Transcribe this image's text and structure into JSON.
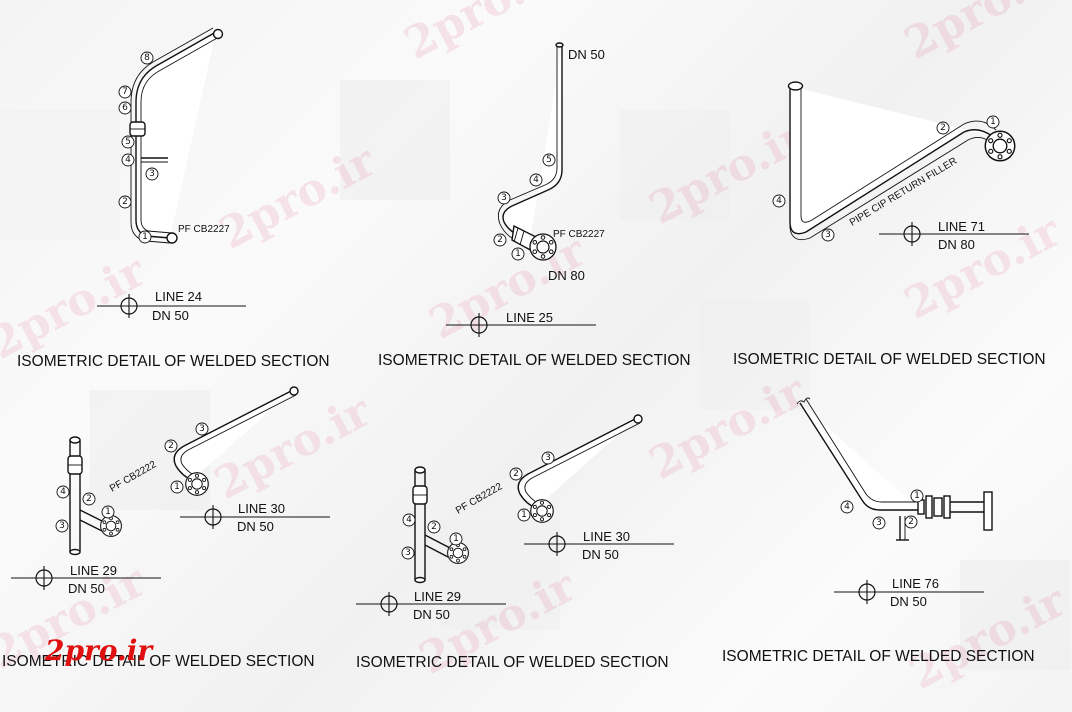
{
  "watermark": {
    "text": "2pro.ir",
    "color": "#d94f7a"
  },
  "logo": {
    "text": "2pro.ir",
    "color": "#e01010"
  },
  "details": [
    {
      "caption": "ISOMETRIC DETAIL OF WELDED SECTION",
      "line": "LINE 24",
      "dn": "DN 50",
      "notes": [
        "PF CB2227"
      ],
      "weld_tags": [
        "1",
        "2",
        "3",
        "4",
        "5",
        "6",
        "7",
        "8"
      ]
    },
    {
      "caption": "ISOMETRIC DETAIL OF WELDED SECTION",
      "line": "LINE 25",
      "dn": "",
      "notes": [
        "DN 50",
        "PF CB2227",
        "DN 80"
      ],
      "weld_tags": [
        "1",
        "2",
        "3",
        "4",
        "5"
      ]
    },
    {
      "caption": "ISOMETRIC DETAIL OF WELDED SECTION",
      "line": "LINE 71",
      "dn": "DN 80",
      "notes": [
        "PIPE CIP RETURN FILLER"
      ],
      "weld_tags": [
        "1",
        "2",
        "3",
        "4"
      ]
    },
    {
      "caption": "ISOMETRIC DETAIL OF WELDED SECTION",
      "line_a": "LINE 30",
      "dn_a": "DN 50",
      "line_b": "LINE 29",
      "dn_b": "DN 50",
      "notes": [
        "PF CB2222"
      ],
      "weld_tags_a": [
        "1",
        "2",
        "3"
      ],
      "weld_tags_b": [
        "1",
        "2",
        "3",
        "4"
      ]
    },
    {
      "caption": "ISOMETRIC DETAIL OF WELDED SECTION",
      "line_a": "LINE 30",
      "dn_a": "DN 50",
      "line_b": "LINE 29",
      "dn_b": "DN 50",
      "notes": [
        "PF CB2222"
      ],
      "weld_tags_a": [
        "1",
        "2",
        "3"
      ],
      "weld_tags_b": [
        "1",
        "2",
        "3",
        "4"
      ]
    },
    {
      "caption": "ISOMETRIC DETAIL OF WELDED SECTION",
      "line": "LINE 76",
      "dn": "DN 50",
      "notes": [],
      "weld_tags": [
        "1",
        "2",
        "3",
        "4"
      ]
    }
  ]
}
